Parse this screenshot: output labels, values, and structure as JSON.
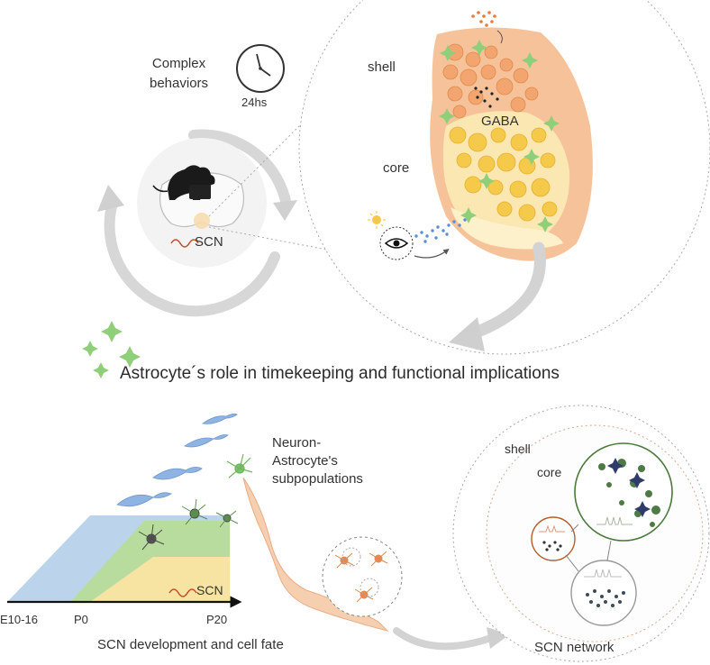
{
  "colors": {
    "shell_orange": "#f6c29a",
    "core_yellow": "#f7dc8a",
    "astro_green": "#7cc46a",
    "arrow_gray": "#cfcfcf",
    "dev_blue": "#a9c6e6",
    "dev_green": "#a7d38b",
    "dev_yellow": "#f5df8e",
    "neuron_dark": "#3b3b3b",
    "light_blue": "#5a8fd1",
    "wave_red": "#c0552b"
  },
  "top": {
    "behaviors_label": "Complex\nbehaviors",
    "clock_icon": "clock-icon",
    "clock_label": "24hs",
    "brain_scn_label": "SCN",
    "shell_label": "shell",
    "core_label": "core",
    "gaba_label": "GABA"
  },
  "title": "Astrocyte´s role in timekeeping and functional implications",
  "bottom": {
    "dev_scn_label": "SCN",
    "axis_ticks": [
      "E10-16",
      "P0",
      "P20"
    ],
    "dev_caption": "SCN development and cell fate",
    "subpop_label": "Neuron-\nAstrocyte's\nsubpopulations",
    "net_shell_label": "shell",
    "net_core_label": "core",
    "net_caption": "SCN network"
  }
}
